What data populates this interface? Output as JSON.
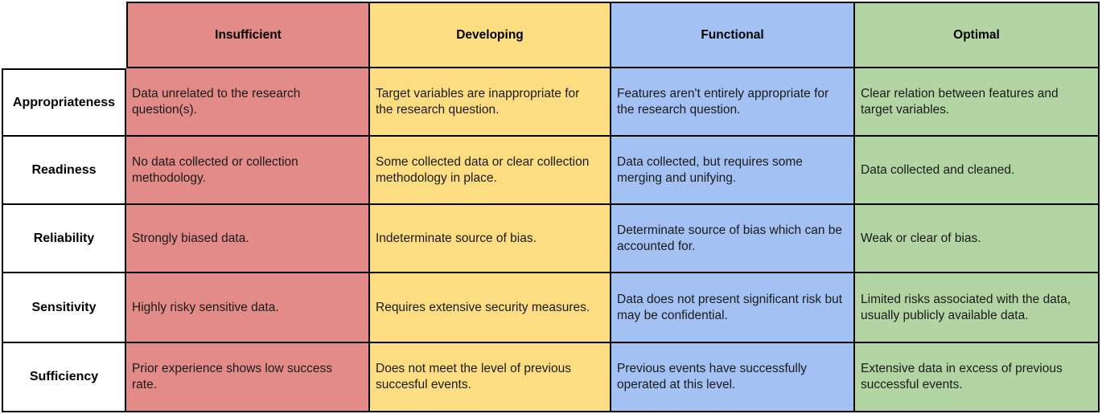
{
  "table": {
    "title": "data-readiness-rubric",
    "columns": [
      {
        "label": "Insufficient",
        "color": "#E28B88"
      },
      {
        "label": "Developing",
        "color": "#FCDD81"
      },
      {
        "label": "Functional",
        "color": "#A3C1F3"
      },
      {
        "label": "Optimal",
        "color": "#B3D5A3"
      }
    ],
    "rows": [
      {
        "label": "Appropriateness",
        "cells": [
          "Data unrelated to the research question(s).",
          "Target variables are inappropriate for the research question.",
          "Features aren't entirely appropriate for the research question.",
          "Clear relation between features and target variables."
        ]
      },
      {
        "label": "Readiness",
        "cells": [
          "No data collected or collection methodology.",
          "Some collected data or clear collection methodology in place.",
          "Data collected, but requires some merging and unifying.",
          "Data collected and cleaned."
        ]
      },
      {
        "label": "Reliability",
        "cells": [
          "Strongly biased data.",
          "Indeterminate source of bias.",
          "Determinate source of bias which can be accounted for.",
          "Weak or clear of bias."
        ]
      },
      {
        "label": "Sensitivity",
        "cells": [
          "Highly risky sensitive data.",
          "Requires extensive security measures.",
          "Data does not present significant risk but may be confidential.",
          "Limited risks associated with the data, usually publicly available data."
        ]
      },
      {
        "label": "Sufficiency",
        "cells": [
          "Prior experience shows low success rate.",
          "Does not meet the level of previous succesful events.",
          "Previous events have successfully operated at this level.",
          "Extensive data in excess of previous successful events."
        ]
      }
    ],
    "colors": {
      "border": "#000000",
      "text": "#1A1A1A",
      "header_text": "#000000",
      "row_label_background": "#FFFFFF"
    }
  }
}
